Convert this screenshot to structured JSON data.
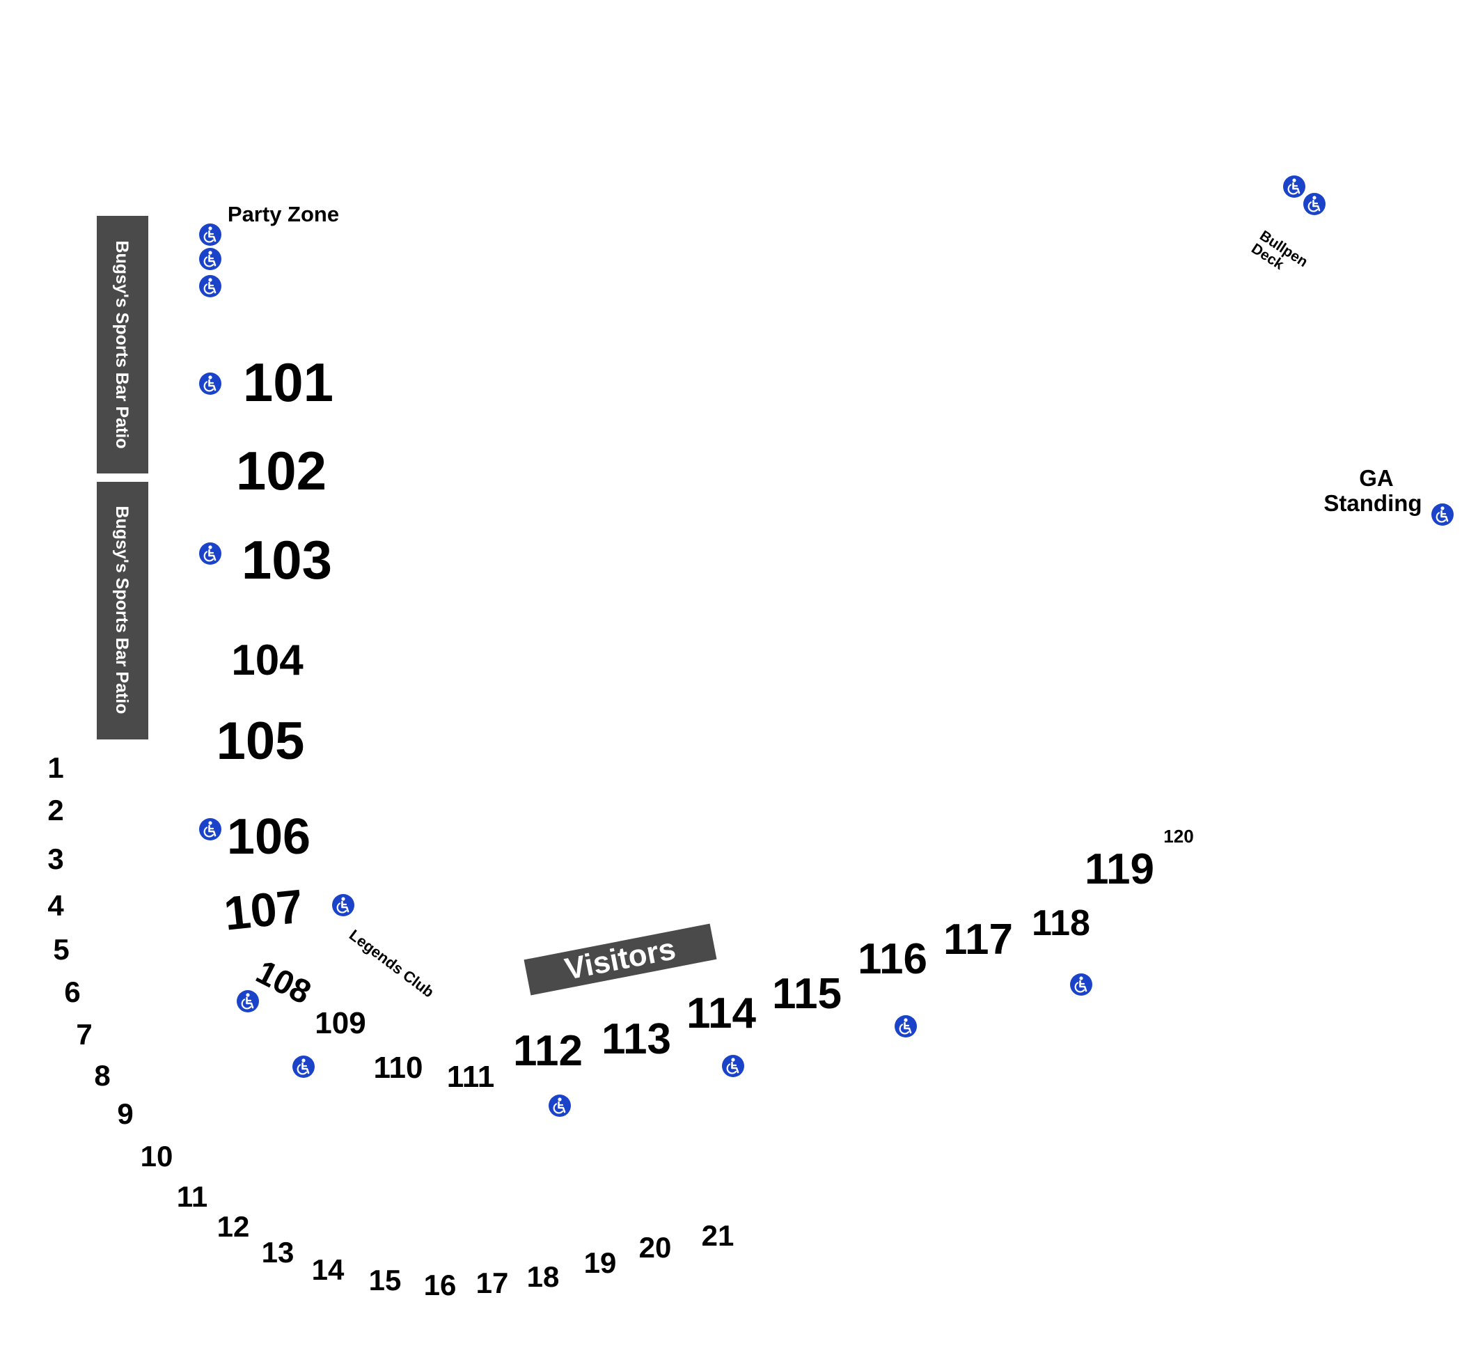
{
  "map": {
    "accessible_icon": "wheelchair-icon",
    "colors": {
      "background": "#ffffff",
      "text": "#000000",
      "dark_panel": "#4a4a4a",
      "panel_text": "#ffffff",
      "accessible": "#1a43c9"
    },
    "areas": {
      "party_zone": "Party Zone",
      "bugsys_patio_upper": "Bugsy's Sports Bar Patio",
      "bugsys_patio_lower": "Bugsy's Sports Bar Patio",
      "bullpen_deck_line1": "Bullpen",
      "bullpen_deck_line2": "Deck",
      "ga_standing_line1": "GA",
      "ga_standing_line2": "Standing",
      "legends_club": "Legends Club",
      "visitors": "Visitors"
    },
    "sections": {
      "s101": "101",
      "s102": "102",
      "s103": "103",
      "s104": "104",
      "s105": "105",
      "s106": "106",
      "s107": "107",
      "s108": "108",
      "s109": "109",
      "s110": "110",
      "s111": "111",
      "s112": "112",
      "s113": "113",
      "s114": "114",
      "s115": "115",
      "s116": "116",
      "s117": "117",
      "s118": "118",
      "s119": "119",
      "s120": "120"
    },
    "lower_sections": {
      "s1": "1",
      "s2": "2",
      "s3": "3",
      "s4": "4",
      "s5": "5",
      "s6": "6",
      "s7": "7",
      "s8": "8",
      "s9": "9",
      "s10": "10",
      "s11": "11",
      "s12": "12",
      "s13": "13",
      "s14": "14",
      "s15": "15",
      "s16": "16",
      "s17": "17",
      "s18": "18",
      "s19": "19",
      "s20": "20",
      "s21": "21"
    }
  }
}
